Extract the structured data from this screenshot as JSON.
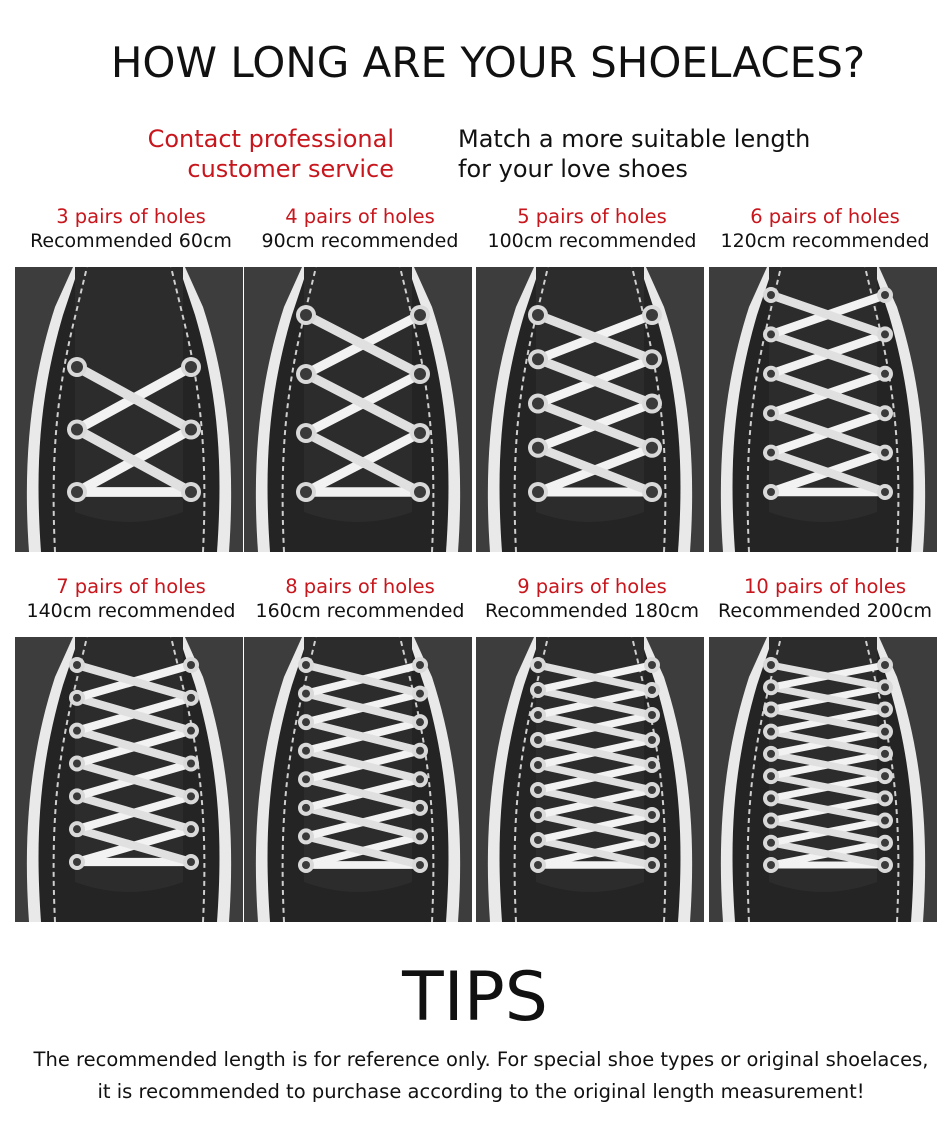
{
  "title": "HOW LONG ARE YOUR SHOELACES?",
  "subtitle": {
    "left_line1": "Contact professional",
    "left_line2": "customer service",
    "right_line1": "Match a more suitable length",
    "right_line2": "for your love shoes"
  },
  "colors": {
    "accent_red": "#c8161d",
    "shoe_bg": "#3d3d3d",
    "shoe_body": "#242424",
    "lace": "#f2f2f2"
  },
  "items": [
    {
      "holes_label": "3 pairs of holes",
      "length_label": "Recommended 60cm",
      "pairs": 3
    },
    {
      "holes_label": "4 pairs of holes",
      "length_label": "90cm recommended",
      "pairs": 4
    },
    {
      "holes_label": "5 pairs of holes",
      "length_label": "100cm recommended",
      "pairs": 5
    },
    {
      "holes_label": "6 pairs of holes",
      "length_label": "120cm recommended",
      "pairs": 6
    },
    {
      "holes_label": "7 pairs of holes",
      "length_label": "140cm recommended",
      "pairs": 7
    },
    {
      "holes_label": "8 pairs of holes",
      "length_label": "160cm recommended",
      "pairs": 8
    },
    {
      "holes_label": "9 pairs of holes",
      "length_label": "Recommended 180cm",
      "pairs": 9
    },
    {
      "holes_label": "10 pairs of holes",
      "length_label": "Recommended 200cm",
      "pairs": 10
    }
  ],
  "tips": {
    "heading": "TIPS",
    "line1": "The recommended length is for reference only. For special shoe types or original shoelaces,",
    "line2": "it is recommended to purchase according to the original length measurement!"
  }
}
